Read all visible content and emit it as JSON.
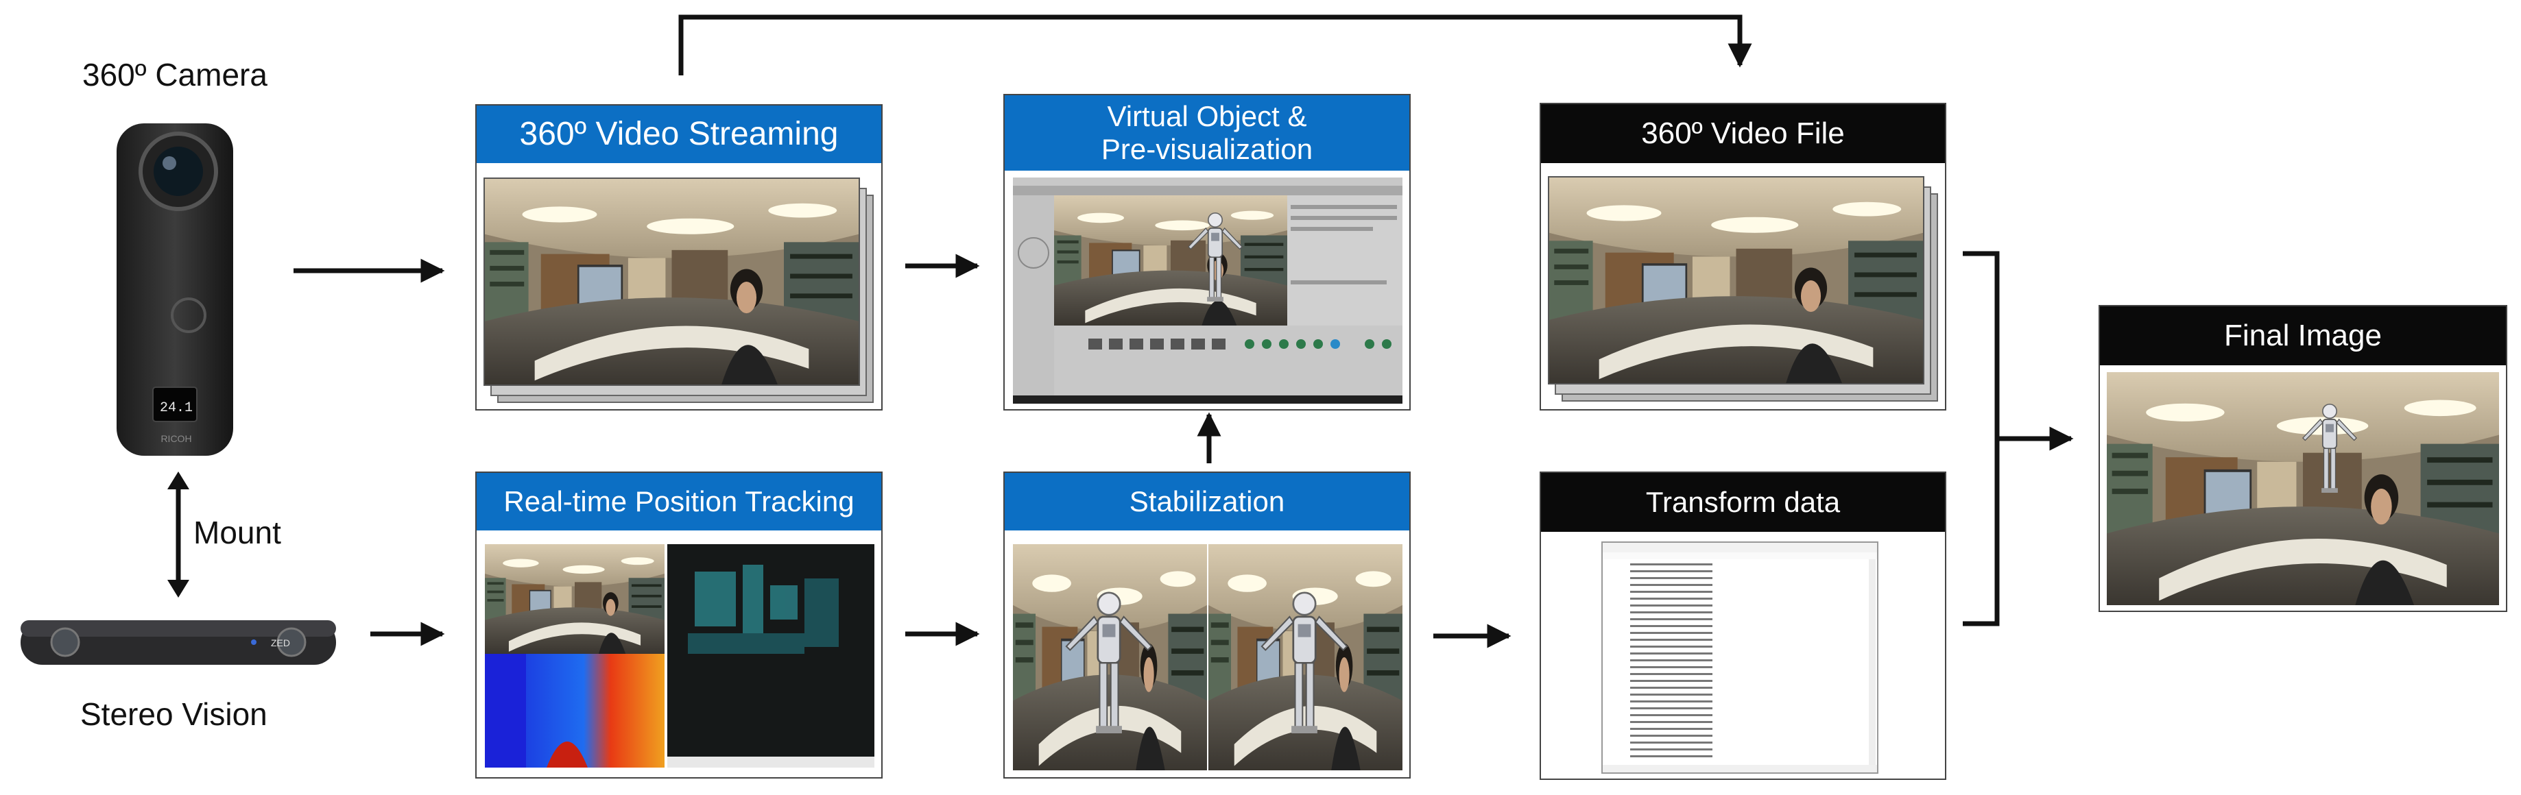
{
  "devices": {
    "camera_label": "360º Camera",
    "mount_label": "Mount",
    "stereo_label": "Stereo Vision",
    "camera_screen": "24.1",
    "camera_brand": "RICOH",
    "zed_brand": "ZED"
  },
  "panels": {
    "streaming": {
      "title": "360º Video Streaming"
    },
    "virtual": {
      "title_line1": "Virtual Object &",
      "title_line2": "Pre-visualization"
    },
    "video_file": {
      "title": "360º Video File"
    },
    "tracking": {
      "title": "Real-time Position Tracking"
    },
    "stabilization": {
      "title": "Stabilization"
    },
    "transform": {
      "title": "Transform data"
    },
    "final": {
      "title": "Final Image"
    }
  },
  "colors": {
    "blue_header": "#0c6fc4",
    "black_header": "#0a0a0a",
    "arrow": "#111111"
  }
}
